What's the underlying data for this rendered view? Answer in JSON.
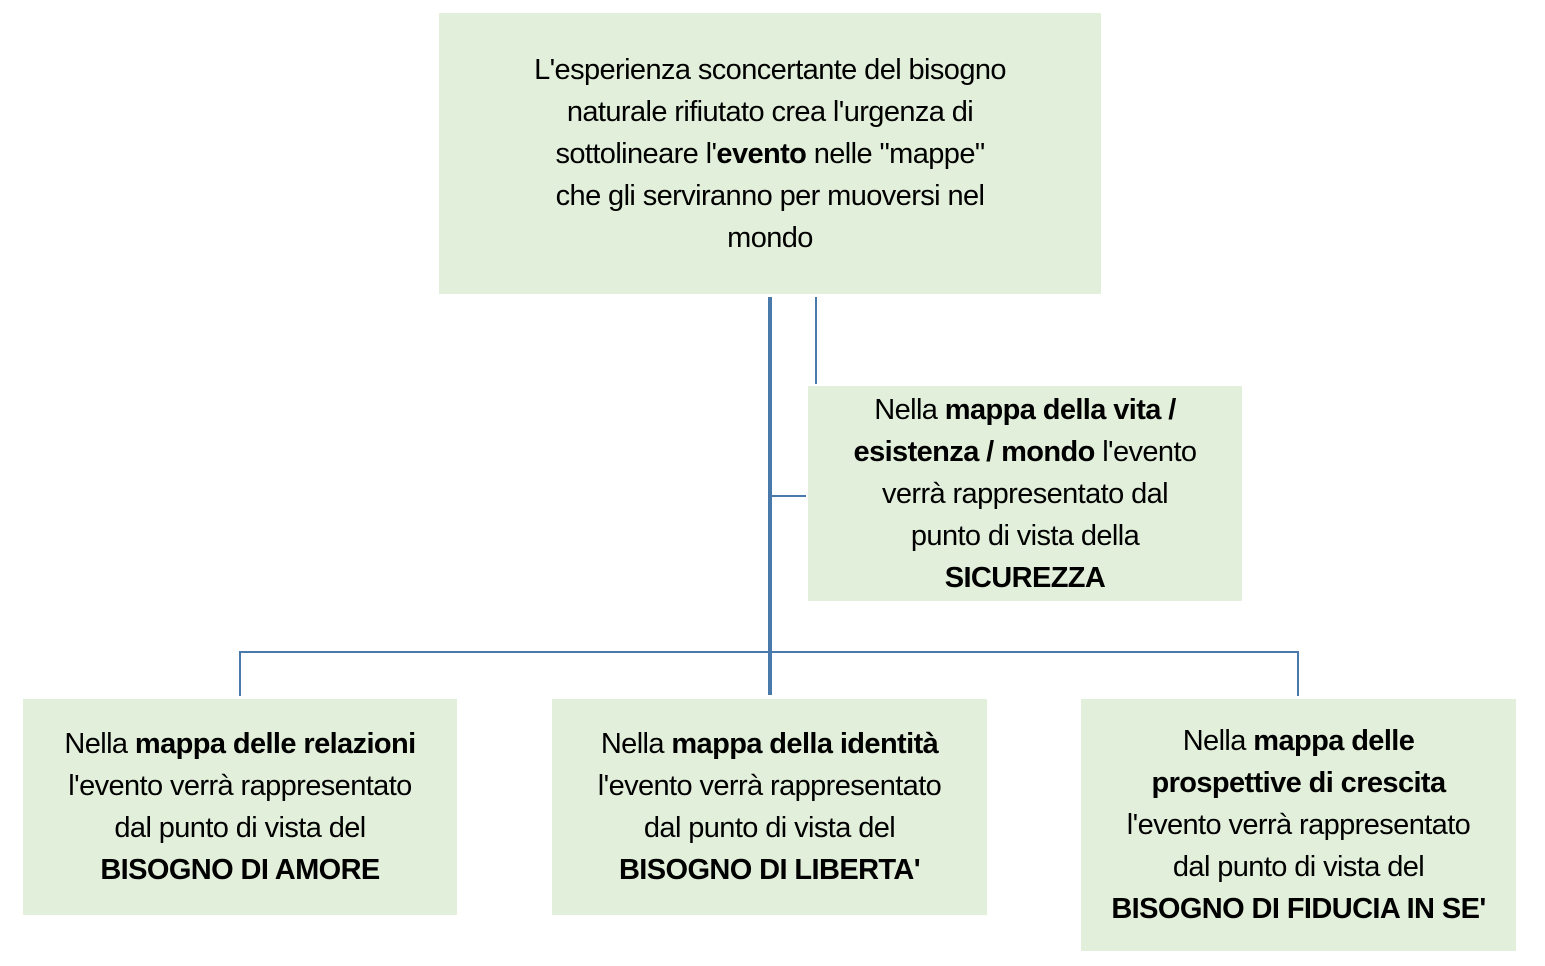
{
  "boxes": {
    "root": {
      "lines": [
        [
          {
            "t": "L'esperienza sconcertante del bisogno",
            "b": false
          }
        ],
        [
          {
            "t": "naturale rifiutato crea l'urgenza di",
            "b": false
          }
        ],
        [
          {
            "t": "sottolineare l'",
            "b": false
          },
          {
            "t": "evento",
            "b": true
          },
          {
            "t": " nelle \"mappe\"",
            "b": false
          }
        ],
        [
          {
            "t": "che gli serviranno per muoversi nel",
            "b": false
          }
        ],
        [
          {
            "t": "mondo",
            "b": false
          }
        ]
      ]
    },
    "sicurezza": {
      "lines": [
        [
          {
            "t": "Nella ",
            "b": false
          },
          {
            "t": "mappa della vita /",
            "b": true
          }
        ],
        [
          {
            "t": "esistenza / mondo",
            "b": true
          },
          {
            "t": " l'evento",
            "b": false
          }
        ],
        [
          {
            "t": "verrà rappresentato dal",
            "b": false
          }
        ],
        [
          {
            "t": "punto di vista della",
            "b": false
          }
        ],
        [
          {
            "t": "SICUREZZA",
            "b": true
          }
        ]
      ]
    },
    "amore": {
      "lines": [
        [
          {
            "t": "Nella ",
            "b": false
          },
          {
            "t": "mappa delle relazioni",
            "b": true
          }
        ],
        [
          {
            "t": "l'evento verrà rappresentato",
            "b": false
          }
        ],
        [
          {
            "t": "dal punto di vista del",
            "b": false
          }
        ],
        [
          {
            "t": "BISOGNO DI AMORE",
            "b": true
          }
        ]
      ]
    },
    "liberta": {
      "lines": [
        [
          {
            "t": "Nella ",
            "b": false
          },
          {
            "t": "mappa della identità",
            "b": true
          }
        ],
        [
          {
            "t": "l'evento verrà rappresentato",
            "b": false
          }
        ],
        [
          {
            "t": "dal punto di vista del",
            "b": false
          }
        ],
        [
          {
            "t": "BISOGNO DI LIBERTA'",
            "b": true
          }
        ]
      ]
    },
    "fiducia": {
      "lines": [
        [
          {
            "t": "Nella ",
            "b": false
          },
          {
            "t": "mappa delle",
            "b": true
          }
        ],
        [
          {
            "t": "prospettive di crescita",
            "b": true
          }
        ],
        [
          {
            "t": "l'evento verrà rappresentato",
            "b": false
          }
        ],
        [
          {
            "t": "dal punto di vista del",
            "b": false
          }
        ],
        [
          {
            "t": "BISOGNO DI FIDUCIA IN SE'",
            "b": true
          }
        ]
      ]
    }
  },
  "colors": {
    "box": "#e2efda",
    "connector": "#4a7aab"
  }
}
